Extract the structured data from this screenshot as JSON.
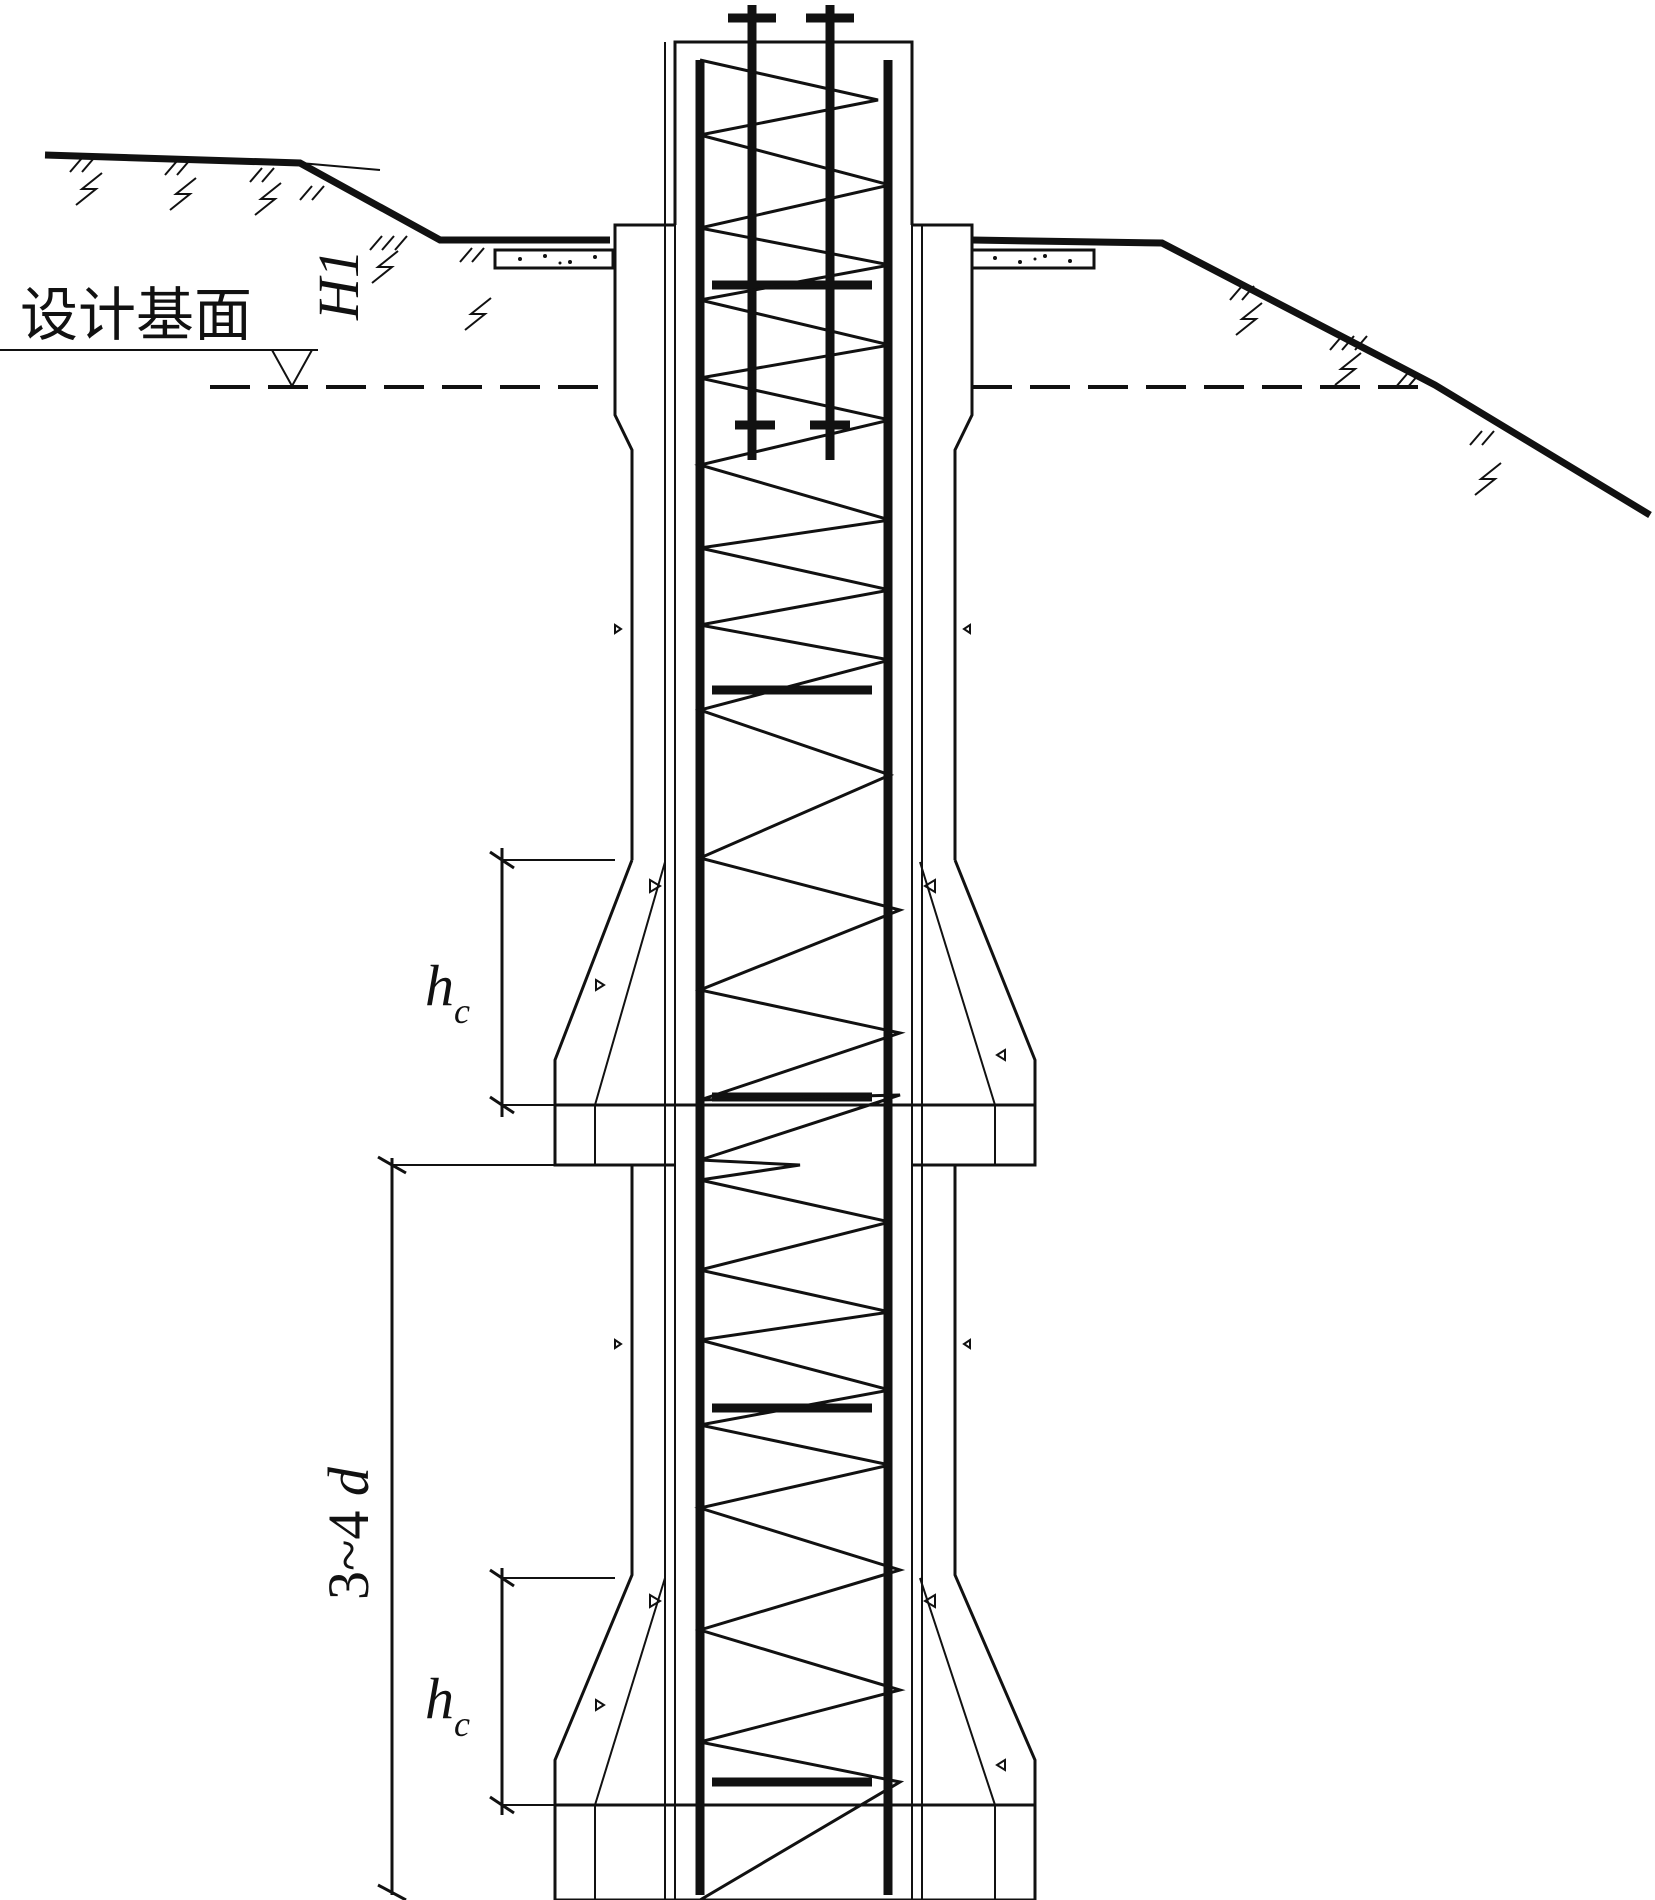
{
  "labels": {
    "design_base": "设计基面",
    "h1": "H1",
    "hc_upper_main": "h",
    "hc_upper_sub": "c",
    "hc_lower_main": "h",
    "hc_lower_sub": "c",
    "segment_length_num": "3~4 ",
    "segment_length_var": "d"
  },
  "colors": {
    "line": "#111111",
    "background": "#ffffff"
  }
}
